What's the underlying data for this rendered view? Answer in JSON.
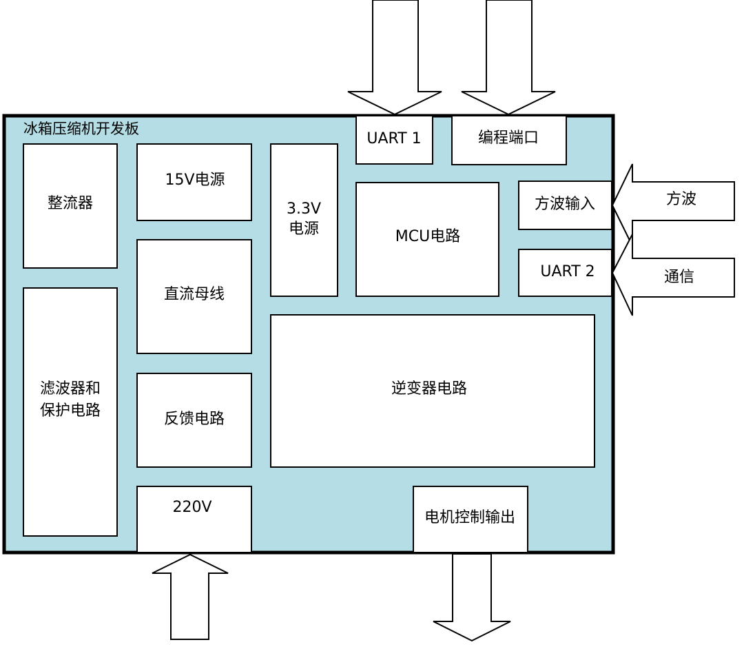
{
  "board": {
    "title": "冰箱压缩机开发板"
  },
  "blocks": {
    "rectifier": "整流器",
    "filter_line1": "滤波器和",
    "filter_line2": "保护电路",
    "power_15v": "15V电源",
    "dc_bus": "直流母线",
    "feedback": "反馈电路",
    "ac_220v": "220V",
    "power_33v_line1": "3.3V",
    "power_33v_line2": "电源",
    "uart1": "UART 1",
    "program_port": "编程端口",
    "mcu": "MCU电路",
    "square_input": "方波输入",
    "uart2": "UART 2",
    "inverter": "逆变器电路",
    "motor_output": "电机控制输出"
  },
  "external": {
    "square_wave": "方波",
    "communication": "通信"
  },
  "colors": {
    "board_fill": "#b5dde5",
    "block_fill": "#ffffff",
    "stroke": "#000000"
  }
}
